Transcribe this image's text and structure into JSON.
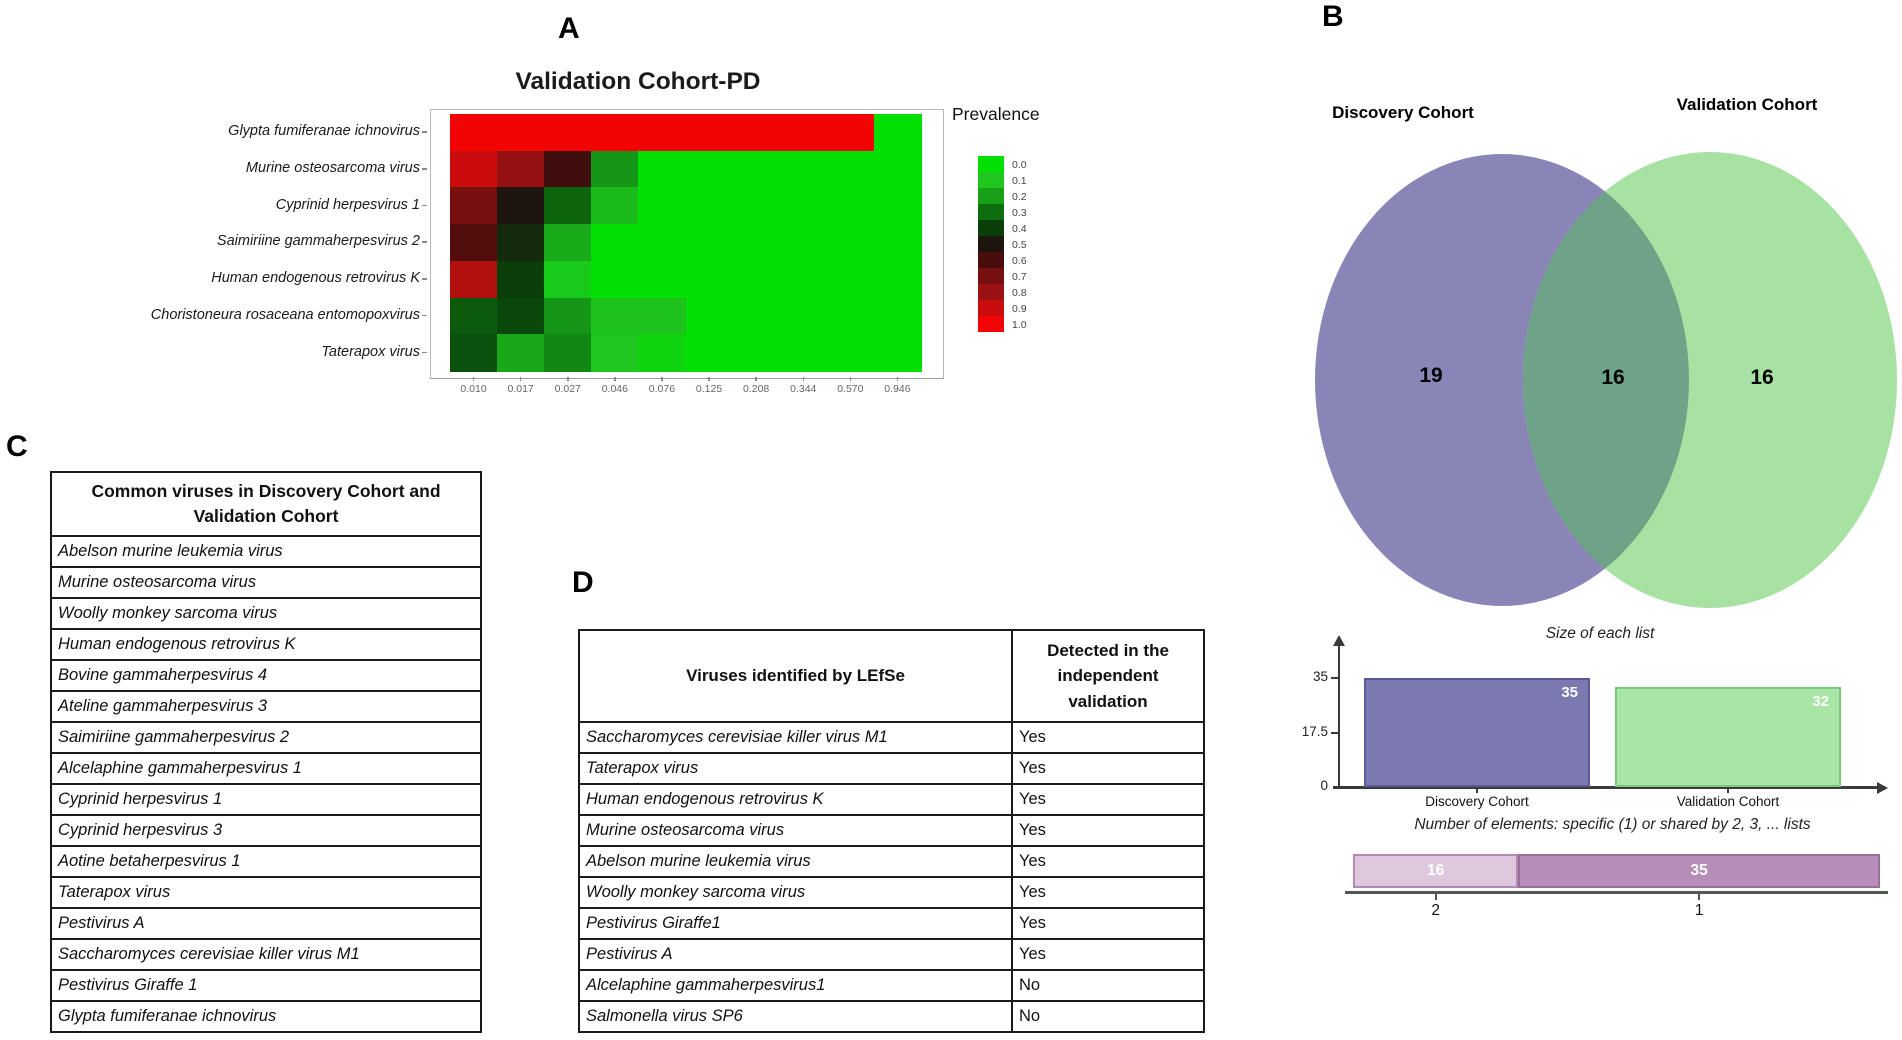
{
  "panel_labels": {
    "a": "A",
    "b": "B",
    "c": "C",
    "d": "D"
  },
  "chart_data": [
    {
      "id": "prevalence_heatmap",
      "type": "heatmap",
      "title": "Validation Cohort-PD",
      "legend_title": "Prevalence",
      "legend_ticks": [
        "0.0",
        "0.1",
        "0.2",
        "0.3",
        "0.4",
        "0.5",
        "0.6",
        "0.7",
        "0.8",
        "0.9",
        "1.0"
      ],
      "rows": [
        "Glypta fumiferanae ichnovirus",
        "Murine osteosarcoma virus",
        "Cyprinid herpesvirus 1",
        "Saimiriine gammaherpesvirus 2",
        "Human endogenous retrovirus K",
        "Choristoneura rosaceana entomopoxvirus",
        "Taterapox virus"
      ],
      "columns": [
        "0.010",
        "0.017",
        "0.027",
        "0.046",
        "0.076",
        "0.125",
        "0.208",
        "0.344",
        "0.570",
        "0.946"
      ],
      "values": [
        [
          1.0,
          1.0,
          1.0,
          1.0,
          1.0,
          1.0,
          1.0,
          1.0,
          1.0,
          0.0
        ],
        [
          0.9,
          0.78,
          0.58,
          0.22,
          0.0,
          0.0,
          0.0,
          0.0,
          0.0,
          0.0
        ],
        [
          0.7,
          0.5,
          0.32,
          0.13,
          0.0,
          0.0,
          0.0,
          0.0,
          0.0,
          0.0
        ],
        [
          0.62,
          0.45,
          0.17,
          0.0,
          0.0,
          0.0,
          0.0,
          0.0,
          0.0,
          0.0
        ],
        [
          0.85,
          0.4,
          0.08,
          0.0,
          0.0,
          0.0,
          0.0,
          0.0,
          0.0,
          0.0
        ],
        [
          0.34,
          0.38,
          0.22,
          0.11,
          0.11,
          0.0,
          0.0,
          0.0,
          0.0,
          0.0
        ],
        [
          0.36,
          0.18,
          0.25,
          0.1,
          0.05,
          0.0,
          0.0,
          0.0,
          0.0,
          0.0
        ]
      ],
      "colormap": [
        [
          0.0,
          "#02df02"
        ],
        [
          0.1,
          "#1ec61e"
        ],
        [
          0.2,
          "#18a018"
        ],
        [
          0.3,
          "#0e6e0e"
        ],
        [
          0.4,
          "#0a3f0a"
        ],
        [
          0.5,
          "#1d150e"
        ],
        [
          0.6,
          "#490d0d"
        ],
        [
          0.7,
          "#780f0f"
        ],
        [
          0.8,
          "#9c1111"
        ],
        [
          0.9,
          "#c90c0c"
        ],
        [
          1.0,
          "#f20404"
        ]
      ]
    },
    {
      "id": "cohort_venn",
      "type": "venn",
      "left_label": "Discovery Cohort",
      "right_label": "Validation Cohort",
      "left_only": "19",
      "intersection": "16",
      "right_only": "16",
      "left_color": "#8985b7",
      "right_color": "#a8e2a2",
      "overlap_color": "#6fa387"
    },
    {
      "id": "size_of_each_list",
      "type": "bar",
      "title": "Size of each list",
      "categories": [
        "Discovery Cohort",
        "Validation Cohort"
      ],
      "values": [
        35,
        32
      ],
      "bar_labels": [
        "35",
        "32"
      ],
      "yticks": [
        {
          "label": "35",
          "value": 35
        },
        {
          "label": "17.5",
          "value": 17.5
        },
        {
          "label": "0",
          "value": 0
        }
      ],
      "ylim": [
        0,
        35
      ],
      "fills": [
        "#7c79b0",
        "#a9e5a4"
      ],
      "borders": [
        "#5b589c",
        "#7cc87c"
      ]
    },
    {
      "id": "number_of_elements",
      "type": "stacked_bar",
      "title": "Number of elements: specific (1) or shared by 2, 3, ... lists",
      "segments": [
        {
          "label": "16",
          "value": 16,
          "tick": "2",
          "fill": "#ddc8de",
          "border": "#b08ab1"
        },
        {
          "label": "35",
          "value": 35,
          "tick": "1",
          "fill": "#b58db6",
          "border": "#996e9a"
        }
      ]
    }
  ],
  "tables": {
    "c": {
      "header": "Common viruses in Discovery Cohort and Validation Cohort",
      "rows": [
        "Abelson murine leukemia virus",
        "Murine osteosarcoma virus",
        "Woolly monkey sarcoma virus",
        "Human endogenous retrovirus K",
        "Bovine gammaherpesvirus 4",
        "Ateline gammaherpesvirus 3",
        "Saimiriine gammaherpesvirus 2",
        "Alcelaphine gammaherpesvirus 1",
        "Cyprinid herpesvirus 1",
        "Cyprinid herpesvirus 3",
        "Aotine betaherpesvirus 1",
        "Taterapox virus",
        "Pestivirus A",
        "Saccharomyces cerevisiae killer virus M1",
        "Pestivirus Giraffe 1",
        "Glypta fumiferanae ichnovirus"
      ]
    },
    "d": {
      "col1_header": "Viruses identified by LEfSe",
      "col2_header": "Detected in the independent validation",
      "rows": [
        {
          "virus": "Saccharomyces cerevisiae killer virus M1",
          "detected": "Yes"
        },
        {
          "virus": "Taterapox virus",
          "detected": "Yes"
        },
        {
          "virus": "Human endogenous retrovirus K",
          "detected": "Yes"
        },
        {
          "virus": "Murine osteosarcoma virus",
          "detected": "Yes"
        },
        {
          "virus": "Abelson murine leukemia virus",
          "detected": "Yes"
        },
        {
          "virus": "Woolly monkey sarcoma virus",
          "detected": "Yes"
        },
        {
          "virus": "Pestivirus Giraffe1",
          "detected": "Yes"
        },
        {
          "virus": "Pestivirus A",
          "detected": "Yes"
        },
        {
          "virus": "Alcelaphine gammaherpesvirus1",
          "detected": "No"
        },
        {
          "virus": "Salmonella virus SP6",
          "detected": "No"
        }
      ]
    }
  }
}
